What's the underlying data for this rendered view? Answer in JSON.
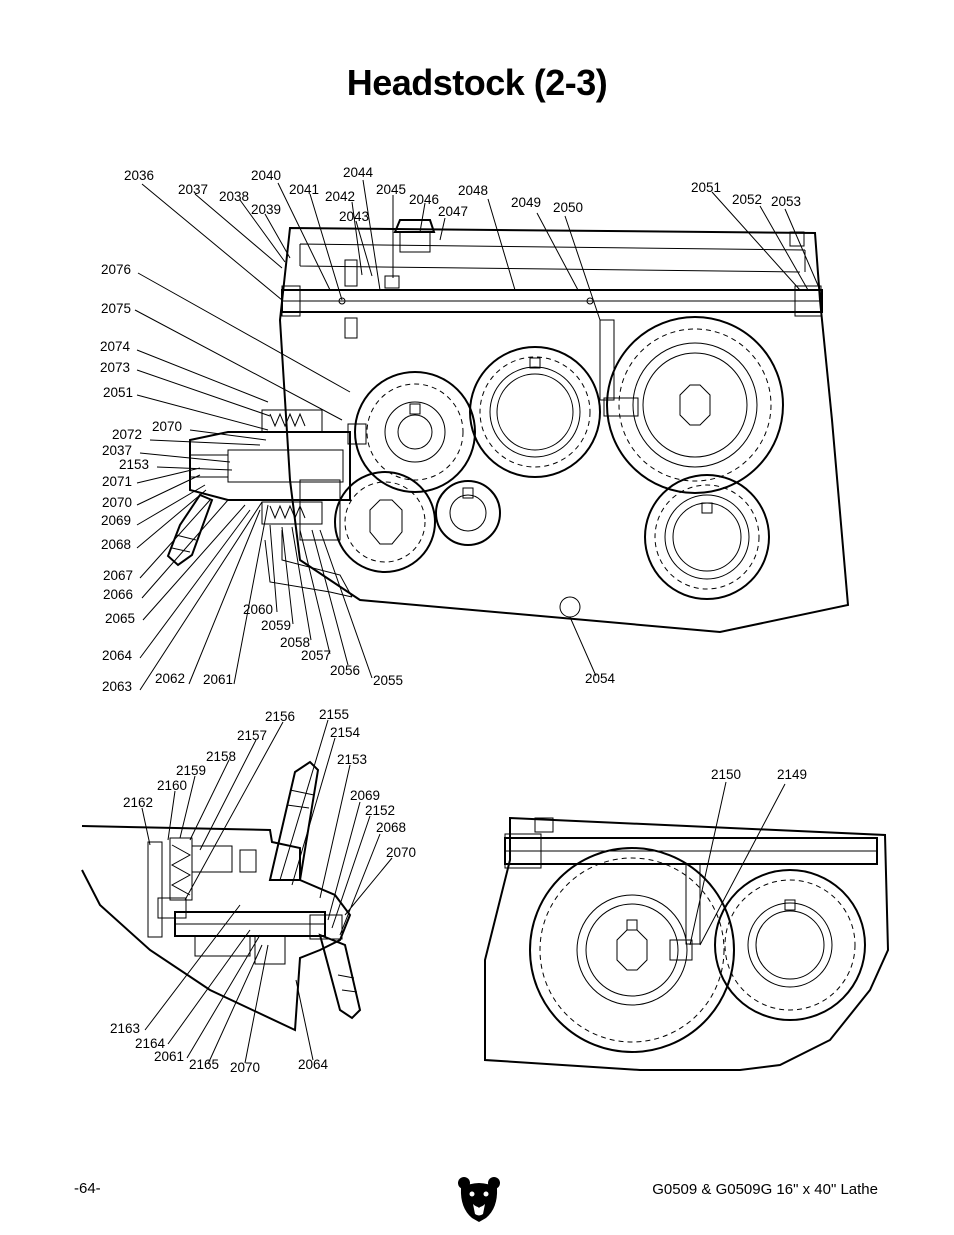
{
  "page": {
    "title": "Headstock (2-3)",
    "page_number": "-64-",
    "footer_model": "G0509 & G0509G 16\" x 40\" Lathe",
    "logo_icon": "grizzly-bear-logo-icon"
  },
  "main_diagram": {
    "callouts": [
      "2036",
      "2037",
      "2038",
      "2039",
      "2040",
      "2041",
      "2042",
      "2043",
      "2044",
      "2045",
      "2046",
      "2047",
      "2048",
      "2049",
      "2050",
      "2051",
      "2052",
      "2053",
      "2076",
      "2075",
      "2074",
      "2073",
      "2051",
      "2070",
      "2072",
      "2037",
      "2153",
      "2071",
      "2070",
      "2069",
      "2068",
      "2067",
      "2066",
      "2065",
      "2064",
      "2063",
      "2062",
      "2061",
      "2060",
      "2059",
      "2058",
      "2057",
      "2056",
      "2055",
      "2054"
    ]
  },
  "lower_left_diagram": {
    "callouts": [
      "2156",
      "2155",
      "2154",
      "2157",
      "2158",
      "2159",
      "2160",
      "2162",
      "2153",
      "2069",
      "2152",
      "2068",
      "2070",
      "2163",
      "2164",
      "2061",
      "2165",
      "2070",
      "2064"
    ]
  },
  "lower_right_diagram": {
    "callouts": [
      "2150",
      "2149"
    ]
  }
}
